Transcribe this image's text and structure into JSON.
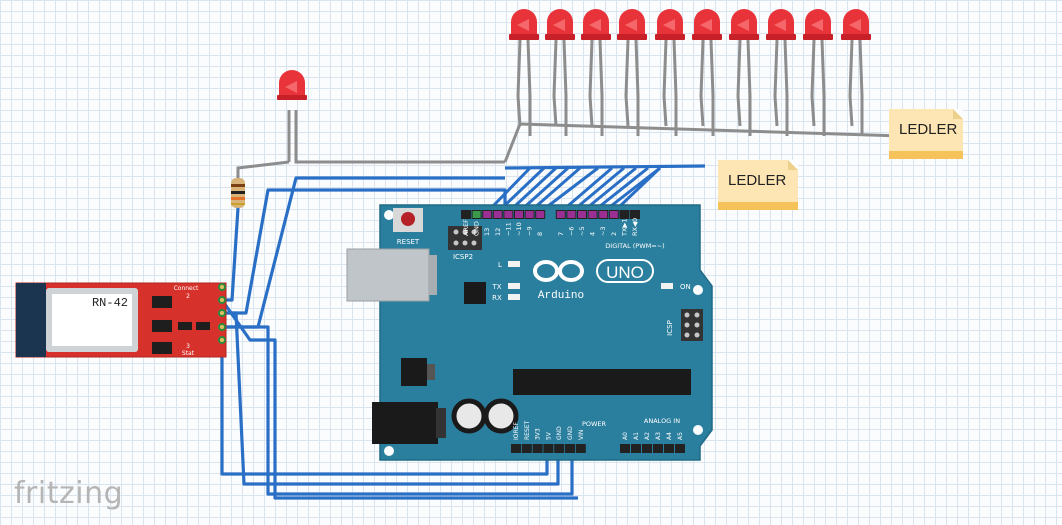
{
  "branding": {
    "logo": "fritzing"
  },
  "notes": {
    "note1": "LEDLER",
    "note2": "LEDLER"
  },
  "arduino": {
    "brand": "Arduino",
    "model": "UNO",
    "reset": "RESET",
    "icsp2": "ICSP2",
    "icsp": "ICSP",
    "on": "ON",
    "led_l": "L",
    "tx": "TX",
    "rx": "RX",
    "digital_label": "DIGITAL (PWM=~)",
    "power_label": "POWER",
    "analog_label": "ANALOG IN",
    "top_pins": [
      "AREF",
      "GND",
      "13",
      "12",
      "~11",
      "~10",
      "~9",
      "8",
      "7",
      "~6",
      "~5",
      "4",
      "~3",
      "2",
      "TX▶1",
      "RX◀0"
    ],
    "power_pins": [
      "IOREF",
      "RESET",
      "3V3",
      "5V",
      "GND",
      "GND",
      "VIN"
    ],
    "analog_pins": [
      "A0",
      "A1",
      "A2",
      "A3",
      "A4",
      "A5"
    ]
  },
  "bt_module": {
    "name": "RN-42",
    "connect": "Connect",
    "stat": "Stat",
    "num1": "2",
    "num2": "3"
  },
  "colors": {
    "wire_blue": "#2a6fc6",
    "board": "#2b7f9e",
    "module": "#d6322b",
    "led": "#e8333a",
    "leg": "#8a8a8a"
  },
  "icons": {
    "led": "led-icon",
    "resistor": "resistor-icon"
  }
}
